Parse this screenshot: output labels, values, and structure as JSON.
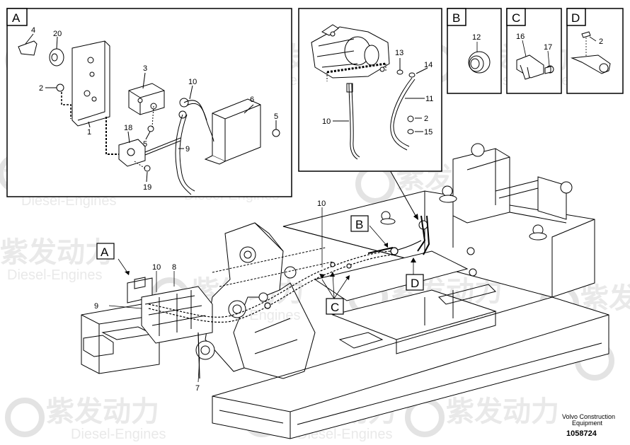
{
  "watermark": {
    "text_cn": "紫发动力",
    "text_en": "Diesel-Engines"
  },
  "detail_views": {
    "A": {
      "label": "A",
      "callouts": [
        "4",
        "20",
        "3",
        "2",
        "10",
        "6",
        "5",
        "1",
        "18",
        "5",
        "9",
        "19"
      ]
    },
    "starter": {
      "callouts": [
        "13",
        "14",
        "11",
        "10",
        "2",
        "15"
      ]
    },
    "B": {
      "label": "B",
      "callouts": [
        "12"
      ]
    },
    "C": {
      "label": "C",
      "callouts": [
        "16",
        "17"
      ]
    },
    "D": {
      "label": "D",
      "callouts": [
        "2"
      ]
    }
  },
  "main_view": {
    "reference_labels": [
      "A",
      "B",
      "C",
      "D"
    ],
    "callouts": [
      "10",
      "10",
      "8",
      "9",
      "7"
    ]
  },
  "footer": {
    "brand_line1": "Volvo Construction",
    "brand_line2": "Equipment",
    "drawing_number": "1058724"
  }
}
